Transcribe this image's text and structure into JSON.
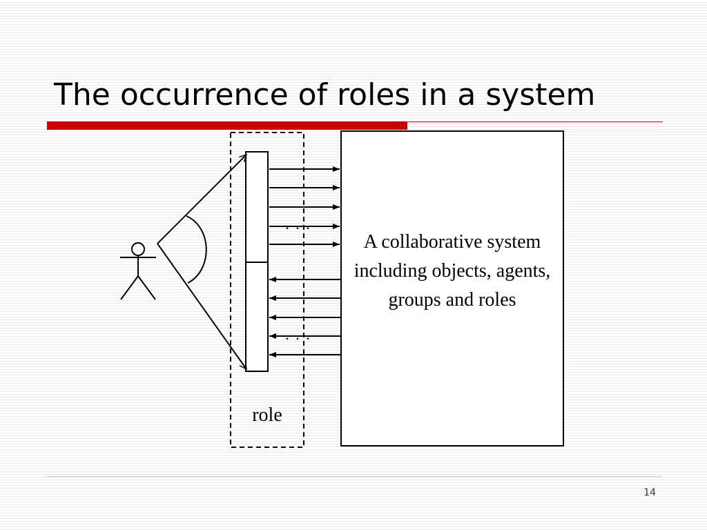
{
  "slide": {
    "title": "The occurrence of roles in a system",
    "page_number": "14"
  },
  "diagram": {
    "system_box_label": "A collaborative system including objects, agents, groups and roles",
    "role_label": "role",
    "ellipsis_top": ". . .",
    "ellipsis_bottom": ". . .",
    "outgoing_arrow_count": 5,
    "incoming_arrow_count": 5,
    "icons": [
      "stick-figure-actor",
      "arrowhead"
    ],
    "colors": {
      "title_rule": "#cc0000",
      "line": "#000000"
    }
  }
}
